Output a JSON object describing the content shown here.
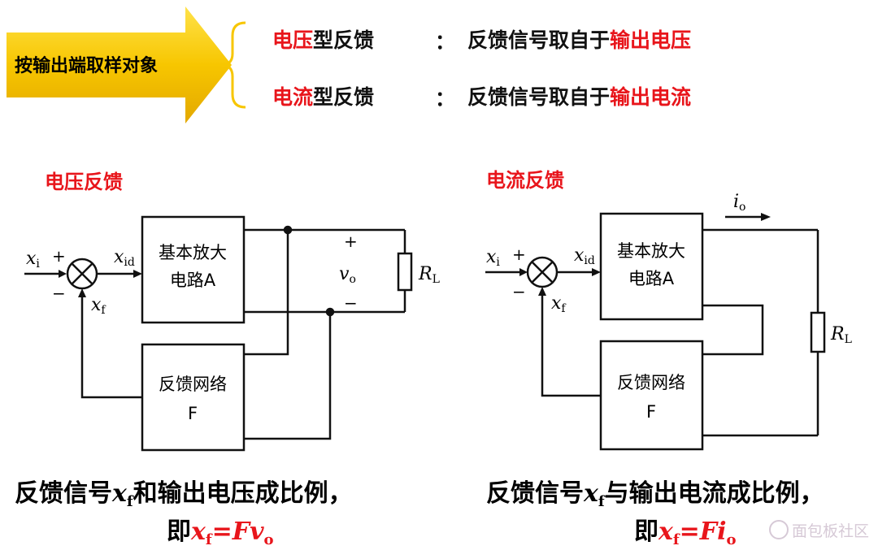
{
  "header": {
    "arrow_label": "按输出端取样对象",
    "rows": [
      {
        "type_red": "电压",
        "type_black": "型反馈",
        "colon": "：",
        "desc_black": "反馈信号取自于",
        "desc_red": "输出电压"
      },
      {
        "type_red": "电流",
        "type_black": "型反馈",
        "colon": "：",
        "desc_black": "反馈信号取自于",
        "desc_red": "输出电流"
      }
    ]
  },
  "left_diagram": {
    "title": "电压反馈",
    "input": {
      "x": "x",
      "x_sub": "i",
      "plus": "+",
      "minus": "−"
    },
    "error": {
      "x": "x",
      "x_sub": "id"
    },
    "feedback": {
      "x": "x",
      "x_sub": "f"
    },
    "amp_line1": "基本放大",
    "amp_line2": "电路A",
    "fb_line1": "反馈网络",
    "fb_line2": "F",
    "out_plus": "+",
    "out_minus": "−",
    "out_v": "v",
    "out_v_sub": "o",
    "load": "R",
    "load_sub": "L",
    "caption1_a": "反馈信号",
    "caption1_x": "x",
    "caption1_xsub": "f",
    "caption1_b": "和输出电压成比例，",
    "caption2_a": "即",
    "caption2_x": "x",
    "caption2_xsub": "f",
    "caption2_eq": "=Fv",
    "caption2_sub": "o"
  },
  "right_diagram": {
    "title": "电流反馈",
    "input": {
      "x": "x",
      "x_sub": "i",
      "plus": "+",
      "minus": "−"
    },
    "error": {
      "x": "x",
      "x_sub": "id"
    },
    "feedback": {
      "x": "x",
      "x_sub": "f"
    },
    "amp_line1": "基本放大",
    "amp_line2": "电路A",
    "fb_line1": "反馈网络",
    "fb_line2": "F",
    "out_i": "i",
    "out_i_sub": "o",
    "load": "R",
    "load_sub": "L",
    "caption1_a": "反馈信号",
    "caption1_x": "x",
    "caption1_xsub": "f",
    "caption1_b": "与输出电流成比例，",
    "caption2_a": "即",
    "caption2_x": "x",
    "caption2_xsub": "f",
    "caption2_eq": "=Fi",
    "caption2_sub": "o"
  },
  "watermark": "面包板社区",
  "colors": {
    "accent_red": "#e8151b",
    "arrow_yellow": "#f7c600",
    "line": "#111111",
    "watermark": "#c9b8c9"
  }
}
